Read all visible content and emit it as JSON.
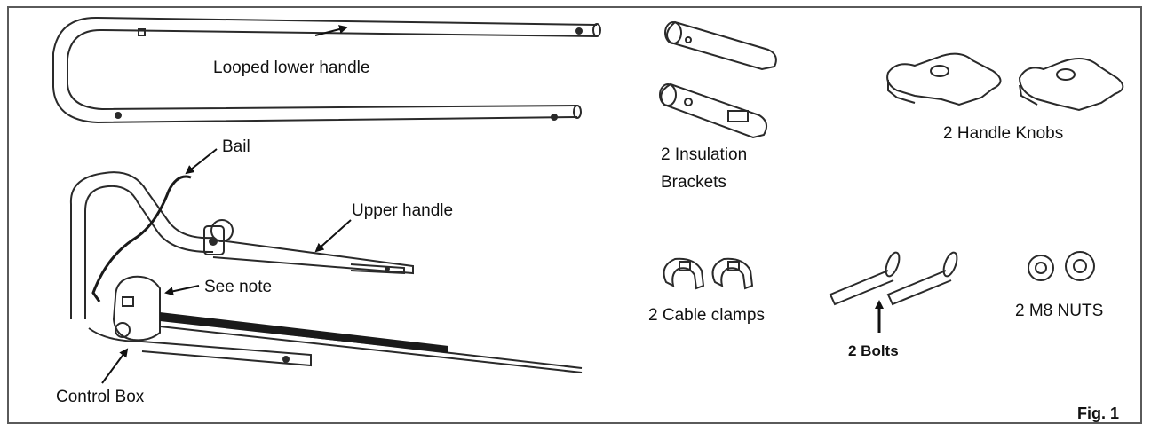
{
  "figure": {
    "label": "Fig. 1",
    "parts": {
      "looped_lower_handle": "Looped lower handle",
      "bail": "Bail",
      "upper_handle": "Upper handle",
      "see_note": "See note",
      "control_box": "Control Box",
      "insulation_brackets_line1": "2 Insulation",
      "insulation_brackets_line2": "Brackets",
      "handle_knobs": "2 Handle Knobs",
      "cable_clamps": "2 Cable clamps",
      "bolts": "2 Bolts",
      "m8_nuts": "2 M8 NUTS"
    }
  },
  "colors": {
    "line": "#2a2a2a",
    "frame": "#5a5a5a",
    "cable": "#1a1a1a"
  }
}
